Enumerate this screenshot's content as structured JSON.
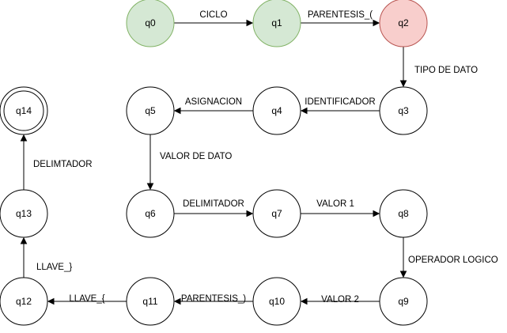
{
  "colors": {
    "start": "#d5e8d4",
    "start_stroke": "#82b366",
    "current": "#f8cecc",
    "current_stroke": "#b85450",
    "default": "#ffffff",
    "default_stroke": "#000000"
  },
  "states": [
    {
      "id": "q0",
      "label": "q0",
      "style": "start"
    },
    {
      "id": "q1",
      "label": "q1",
      "style": "start"
    },
    {
      "id": "q2",
      "label": "q2",
      "style": "current"
    },
    {
      "id": "q3",
      "label": "q3",
      "style": "default"
    },
    {
      "id": "q4",
      "label": "q4",
      "style": "default"
    },
    {
      "id": "q5",
      "label": "q5",
      "style": "default"
    },
    {
      "id": "q6",
      "label": "q6",
      "style": "default"
    },
    {
      "id": "q7",
      "label": "q7",
      "style": "default"
    },
    {
      "id": "q8",
      "label": "q8",
      "style": "default"
    },
    {
      "id": "q9",
      "label": "q9",
      "style": "default"
    },
    {
      "id": "q10",
      "label": "q10",
      "style": "default"
    },
    {
      "id": "q11",
      "label": "q11",
      "style": "default"
    },
    {
      "id": "q12",
      "label": "q12",
      "style": "default"
    },
    {
      "id": "q13",
      "label": "q13",
      "style": "default"
    },
    {
      "id": "q14",
      "label": "q14",
      "style": "final"
    }
  ],
  "transitions": [
    {
      "from": "q0",
      "to": "q1",
      "label": "CICLO"
    },
    {
      "from": "q1",
      "to": "q2",
      "label": "PARENTESIS_("
    },
    {
      "from": "q2",
      "to": "q3",
      "label": "TIPO DE DATO"
    },
    {
      "from": "q3",
      "to": "q4",
      "label": "IDENTIFICADOR"
    },
    {
      "from": "q4",
      "to": "q5",
      "label": "ASIGNACION"
    },
    {
      "from": "q5",
      "to": "q6",
      "label": "VALOR DE DATO"
    },
    {
      "from": "q6",
      "to": "q7",
      "label": "DELIMITADOR"
    },
    {
      "from": "q7",
      "to": "q8",
      "label": "VALOR 1"
    },
    {
      "from": "q8",
      "to": "q9",
      "label": "OPERADOR LOGICO"
    },
    {
      "from": "q9",
      "to": "q10",
      "label": "VALOR 2"
    },
    {
      "from": "q10",
      "to": "q11",
      "label": "PARENTESIS_)"
    },
    {
      "from": "q11",
      "to": "q12",
      "label": "LLAVE_{"
    },
    {
      "from": "q12",
      "to": "q13",
      "label": "LLAVE_}"
    },
    {
      "from": "q13",
      "to": "q14",
      "label": "DELIMTADOR"
    }
  ]
}
